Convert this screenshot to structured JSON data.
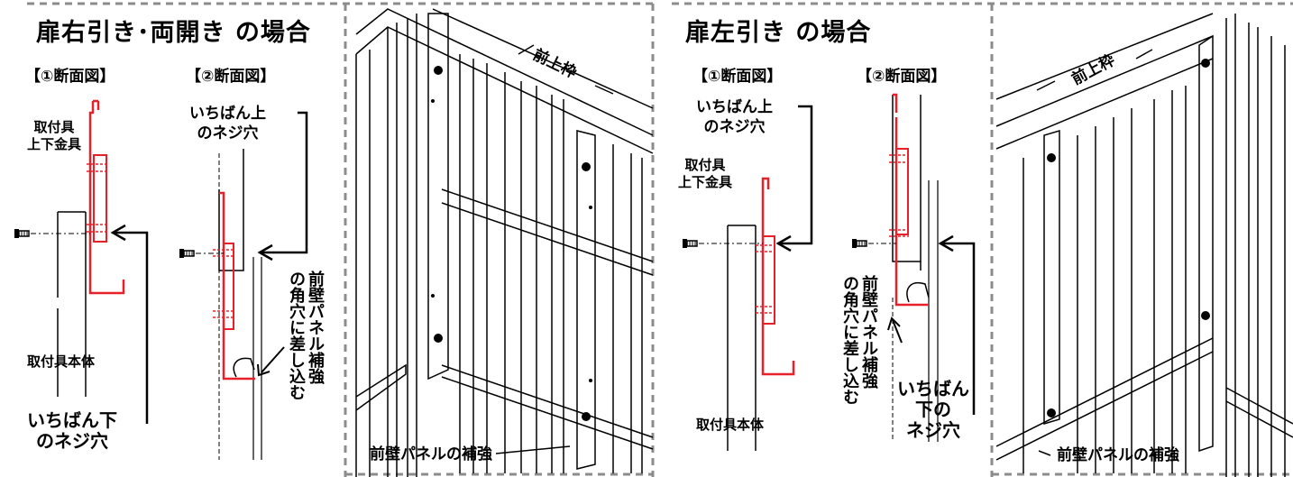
{
  "left_panel": {
    "title": "扉右引き･両開き の場合",
    "section1": "【①断面図】",
    "section2": "【②断面図】",
    "fitting_label": "取付具\n上下金具",
    "top_hole": "いちばん上\nのネジ穴",
    "body_label": "取付具本体",
    "bottom_hole": "いちばん下\nのネジ穴",
    "insert_note": "前壁パネル補強\nの角穴に差し込む"
  },
  "left_photo": {
    "top_frame": "前上枠",
    "reinforcement": "前壁パネルの補強"
  },
  "right_panel": {
    "title": "扉左引き の場合",
    "section1": "【①断面図】",
    "section2": "【②断面図】",
    "top_hole": "いちばん上\nのネジ穴",
    "fitting_label": "取付具\n上下金具",
    "body_label": "取付具本体",
    "insert_note": "前壁パネル補強\nの角穴に差し込む",
    "bottom_hole": "いちばん\n下の\nネジ穴"
  },
  "right_photo": {
    "top_frame": "前上枠",
    "reinforcement": "前壁パネルの補強"
  },
  "colors": {
    "highlight": "#e8202a",
    "dash": "#8c8c8c",
    "line": "#000000"
  }
}
